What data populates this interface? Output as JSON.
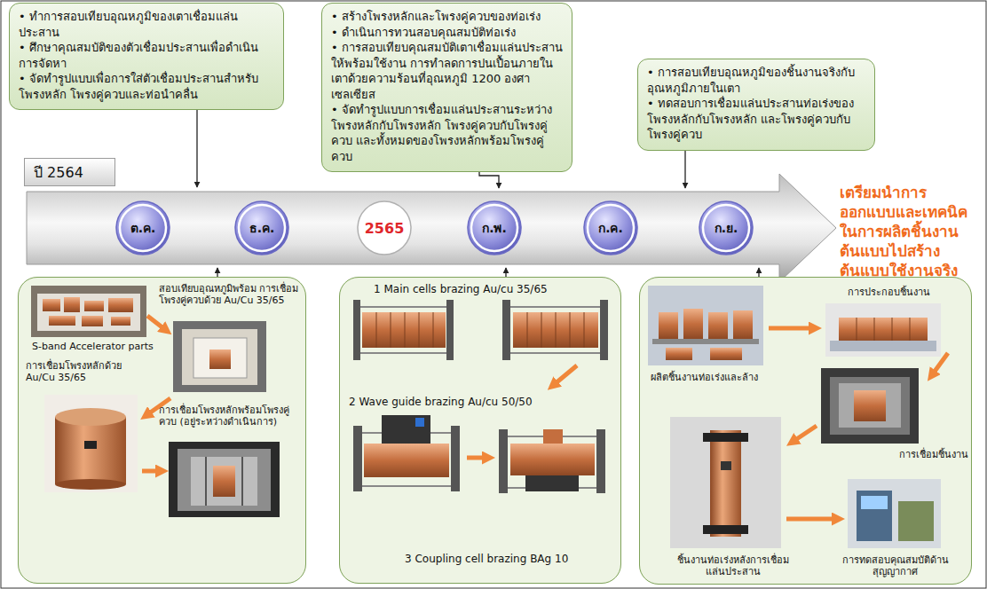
{
  "diagram": {
    "nodes": [
      {
        "text": [
          "• ทำการสอบเทียบอุณหภูมิของเตาเชื่อมแล่นประสาน",
          "• ศึกษาคุณสมบัติของตัวเชื่อมประสานเพื่อดำเนินการจัดหา",
          "• จัดทำรูปแบบเพื่อการใส่ตัวเชื่อมประสานสำหรับโพรงหลัก โพรงคู่ควบและท่อนำคลื่น"
        ]
      },
      {
        "text": [
          "• สร้างโพรงหลักและโพรงคู่ควบของท่อเร่ง",
          "• ดำเนินการทวนสอบคุณสมบัติท่อเร่ง",
          "• การสอบเทียบคุณสมบัติเตาเชื่อมแล่นประสานให้พร้อมใช้งาน การทำลดการปนเปื้อนภายในเตาด้วยความร้อนที่อุณหภูมิ 1200 องศาเซลเซียส",
          "• จัดทำรูปแบบการเชื่อมแล่นประสานระหว่างโพรงหลักกับโพรงหลัก โพรงคู่ควบกับโพรงคู่ควบ และทั้งหมดของโพรงหลักพร้อมโพรงคู่ควบ"
        ]
      },
      {
        "text": [
          "• การสอบเทียบอุณหภูมิของชิ้นงานจริงกับอุณหภูมิภายในเตา",
          "• ทดสอบการเชื่อมแล่นประสานท่อเร่งของโพรงหลักกับโพรงหลัก และโพรงคู่ควบกับโพรงคู่ควบ"
        ]
      },
      {
        "text": [
          "ปี 2564"
        ]
      },
      {
        "text": [
          "ต.ค."
        ]
      },
      {
        "text": [
          "ธ.ค."
        ]
      },
      {
        "text": [
          "2565"
        ]
      },
      {
        "text": [
          "ก.พ."
        ]
      },
      {
        "text": [
          "ก.ค."
        ]
      },
      {
        "text": [
          "ก.ย."
        ]
      },
      {
        "text": [
          "สอบเทียบอุณหภูมิพร้อม การเชื่อมโพรงคู่ควบด้วย Au/Cu 35/65",
          "S-band Accelerator parts",
          "การเชื่อมโพรงหลักด้วย Au/Cu 35/65",
          "การเชื่อมโพรงหลักพร้อมโพรงคู่ควบ (อยู่ระหว่างดำเนินการ)"
        ]
      },
      {
        "text": [
          "1 Main cells brazing Au/cu 35/65",
          "2 Wave guide brazing Au/cu 50/50",
          "3 Coupling cell brazing BAg 10"
        ]
      },
      {
        "text": [
          "ผลิตชิ้นงานท่อเร่งและล้าง",
          "การประกอบชิ้นงาน",
          "การเชื่อมชิ้นงาน",
          "ชิ้นงานท่อเร่งหลังการเชื่อมแล่นประสาน",
          "การทดสอบคุณสมบัติด้านสุญญากาศ"
        ]
      }
    ],
    "labels": [
      "เตรียมนำการออกแบบและเทคนิคในการผลิตชิ้นงานต้นแบบไปสร้างต้นแบบใช้งานจริง"
    ]
  }
}
